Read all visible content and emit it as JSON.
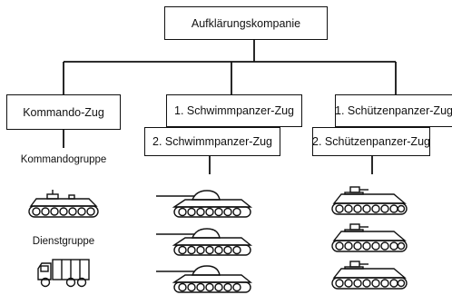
{
  "diagram": {
    "root": {
      "label": "Aufklärungskompanie"
    },
    "units": [
      {
        "label": "Kommando-Zug"
      },
      {
        "label": "1. Schwimmpanzer-Zug",
        "sub_label": "2. Schwimmpanzer-Zug"
      },
      {
        "label": "1. Schützenpanzer-Zug",
        "sub_label": "2. Schützenpanzer-Zug"
      }
    ],
    "groups": {
      "command": "Kommandogruppe",
      "service": "Dienstgruppe"
    },
    "icons": {
      "command_vehicle": "tracked-armored-vehicle-icon",
      "service_vehicle": "truck-icon",
      "amphibious_tank": "amphibious-tank-icon",
      "ifv": "infantry-fighting-vehicle-icon"
    },
    "line_color": "#111111"
  }
}
